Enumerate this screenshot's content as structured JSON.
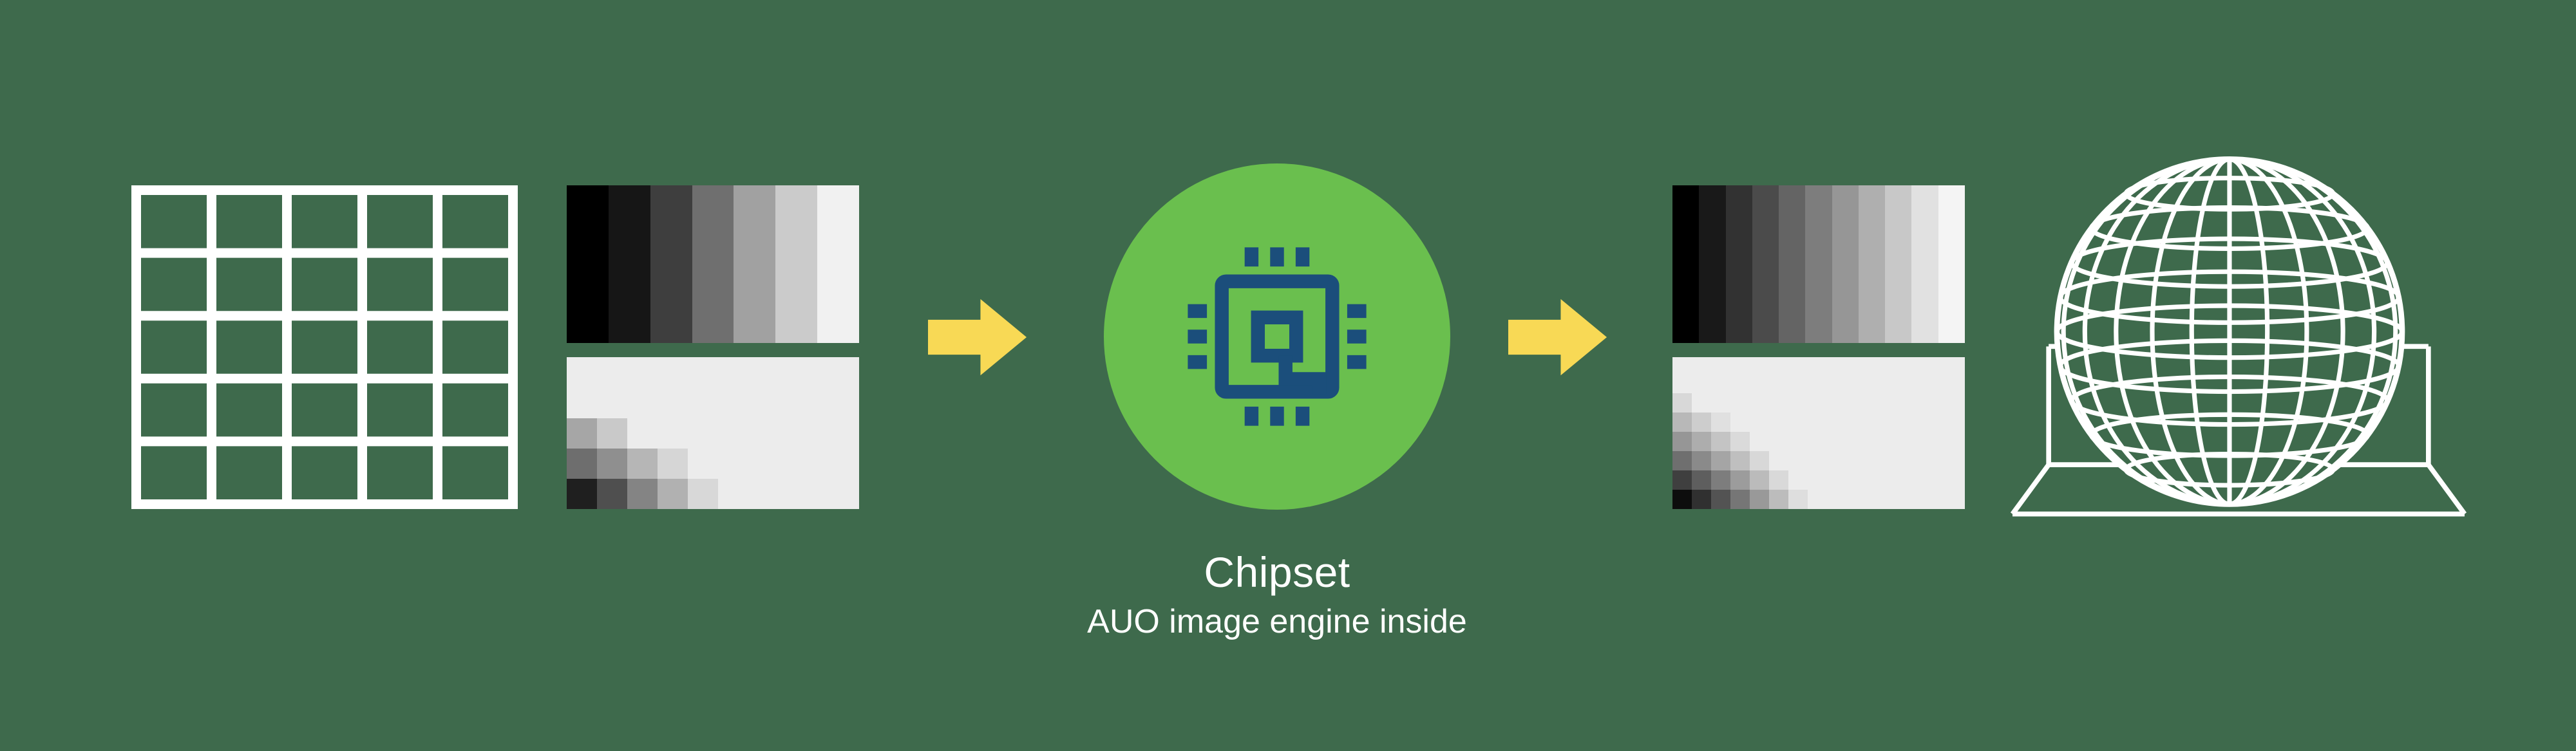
{
  "colors": {
    "background": "#3e6a4c",
    "white": "#ffffff",
    "arrow-yellow": "#f8d955",
    "circle-green": "#6abf4e",
    "chip-navy": "#1b4e7b",
    "panel-bg": "#ececec"
  },
  "chipset": {
    "title": "Chipset",
    "subtitle": "AUO image engine inside"
  },
  "source_grid": {
    "rows": 5,
    "cols": 5
  },
  "input_patterns": {
    "gradient_steps": [
      "#000000",
      "#161616",
      "#3e3e3e",
      "#6f6f6f",
      "#a1a1a1",
      "#cbcbcb",
      "#f1f1f1"
    ],
    "pixel_matrix": [
      [
        "",
        "",
        "",
        "",
        "",
        ""
      ],
      [
        "#a6a6a6",
        "#c9c9c9",
        "",
        "",
        "",
        ""
      ],
      [
        "#6e6e6e",
        "#8f8f8f",
        "#b6b6b6",
        "#d6d6d6",
        "",
        ""
      ],
      [
        "#1f1f1f",
        "#4f4f4f",
        "#848484",
        "#b1b1b1",
        "#d8d8d8",
        ""
      ]
    ]
  },
  "output_patterns": {
    "gradient_steps": [
      "#000000",
      "#191919",
      "#323232",
      "#4b4b4b",
      "#646464",
      "#7d7d7d",
      "#969696",
      "#afafaf",
      "#c8c8c8",
      "#e1e1e1",
      "#f4f4f4"
    ],
    "pixel_matrix": [
      [
        "#d8d8d8",
        "",
        "",
        "",
        "",
        "",
        "",
        "",
        "",
        ""
      ],
      [
        "#b8b8b8",
        "#cdcdcd",
        "#e0e0e0",
        "",
        "",
        "",
        "",
        "",
        "",
        ""
      ],
      [
        "#969696",
        "#adadad",
        "#c4c4c4",
        "#dadada",
        "",
        "",
        "",
        "",
        "",
        ""
      ],
      [
        "#6f6f6f",
        "#8a8a8a",
        "#a5a5a5",
        "#bfbfbf",
        "#d8d8d8",
        "",
        "",
        "",
        "",
        ""
      ],
      [
        "#3f3f3f",
        "#5e5e5e",
        "#7d7d7d",
        "#9c9c9c",
        "#bbbbbb",
        "#d9d9d9",
        "",
        "",
        "",
        ""
      ],
      [
        "#0d0d0d",
        "#303030",
        "#535353",
        "#767676",
        "#999999",
        "#bcbcbc",
        "#dedede",
        "",
        "",
        ""
      ]
    ]
  }
}
